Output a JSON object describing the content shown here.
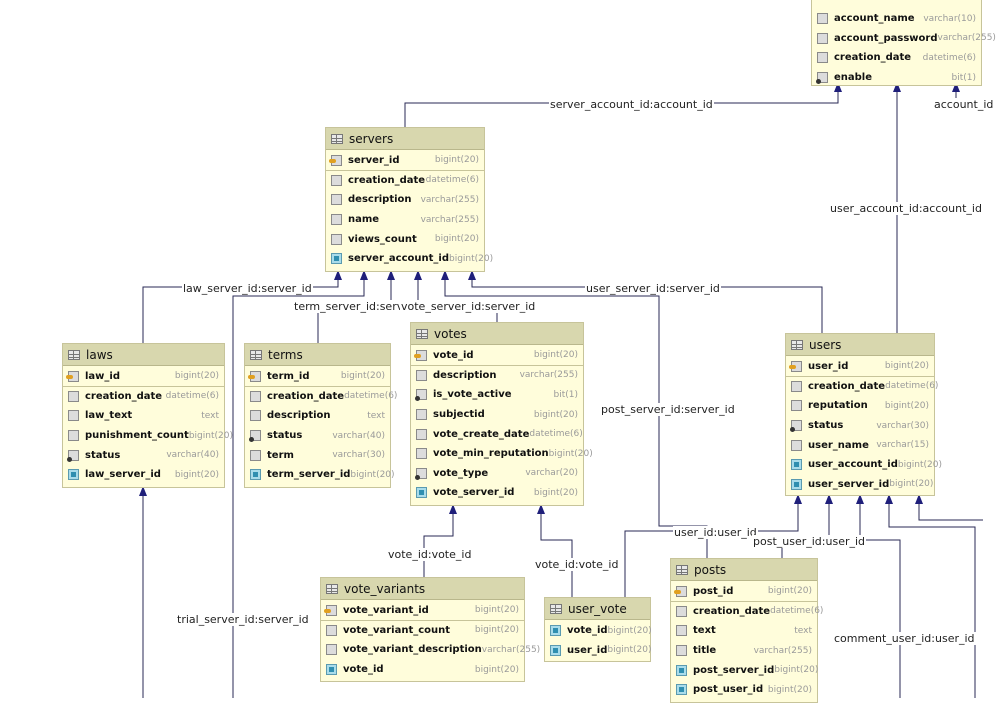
{
  "tables": [
    {
      "id": "accounts",
      "name": "",
      "columns": [
        {
          "name": "account_name",
          "type": "varchar(10)",
          "key": ""
        },
        {
          "name": "account_password",
          "type": "varchar(255)",
          "key": ""
        },
        {
          "name": "creation_date",
          "type": "datetime(6)",
          "key": ""
        },
        {
          "name": "enable",
          "type": "bit(1)",
          "key": "idx"
        }
      ]
    },
    {
      "id": "servers",
      "name": "servers",
      "columns": [
        {
          "name": "server_id",
          "type": "bigint(20)",
          "key": "pk"
        },
        {
          "name": "creation_date",
          "type": "datetime(6)",
          "key": ""
        },
        {
          "name": "description",
          "type": "varchar(255)",
          "key": ""
        },
        {
          "name": "name",
          "type": "varchar(255)",
          "key": ""
        },
        {
          "name": "views_count",
          "type": "bigint(20)",
          "key": ""
        },
        {
          "name": "server_account_id",
          "type": "bigint(20)",
          "key": "fk"
        }
      ]
    },
    {
      "id": "laws",
      "name": "laws",
      "columns": [
        {
          "name": "law_id",
          "type": "bigint(20)",
          "key": "pk"
        },
        {
          "name": "creation_date",
          "type": "datetime(6)",
          "key": ""
        },
        {
          "name": "law_text",
          "type": "text",
          "key": ""
        },
        {
          "name": "punishment_count",
          "type": "bigint(20)",
          "key": ""
        },
        {
          "name": "status",
          "type": "varchar(40)",
          "key": "idx"
        },
        {
          "name": "law_server_id",
          "type": "bigint(20)",
          "key": "fk"
        }
      ]
    },
    {
      "id": "terms",
      "name": "terms",
      "columns": [
        {
          "name": "term_id",
          "type": "bigint(20)",
          "key": "pk"
        },
        {
          "name": "creation_date",
          "type": "datetime(6)",
          "key": ""
        },
        {
          "name": "description",
          "type": "text",
          "key": ""
        },
        {
          "name": "status",
          "type": "varchar(40)",
          "key": "idx"
        },
        {
          "name": "term",
          "type": "varchar(30)",
          "key": ""
        },
        {
          "name": "term_server_id",
          "type": "bigint(20)",
          "key": "fk"
        }
      ]
    },
    {
      "id": "votes",
      "name": "votes",
      "columns": [
        {
          "name": "vote_id",
          "type": "bigint(20)",
          "key": "pk"
        },
        {
          "name": "description",
          "type": "varchar(255)",
          "key": ""
        },
        {
          "name": "is_vote_active",
          "type": "bit(1)",
          "key": "idx"
        },
        {
          "name": "subjectid",
          "type": "bigint(20)",
          "key": ""
        },
        {
          "name": "vote_create_date",
          "type": "datetime(6)",
          "key": ""
        },
        {
          "name": "vote_min_reputation",
          "type": "bigint(20)",
          "key": ""
        },
        {
          "name": "vote_type",
          "type": "varchar(20)",
          "key": "idx"
        },
        {
          "name": "vote_server_id",
          "type": "bigint(20)",
          "key": "fk"
        }
      ]
    },
    {
      "id": "users",
      "name": "users",
      "columns": [
        {
          "name": "user_id",
          "type": "bigint(20)",
          "key": "pk"
        },
        {
          "name": "creation_date",
          "type": "datetime(6)",
          "key": ""
        },
        {
          "name": "reputation",
          "type": "bigint(20)",
          "key": ""
        },
        {
          "name": "status",
          "type": "varchar(30)",
          "key": "idx"
        },
        {
          "name": "user_name",
          "type": "varchar(15)",
          "key": ""
        },
        {
          "name": "user_account_id",
          "type": "bigint(20)",
          "key": "fk"
        },
        {
          "name": "user_server_id",
          "type": "bigint(20)",
          "key": "fk"
        }
      ]
    },
    {
      "id": "vote_variants",
      "name": "vote_variants",
      "columns": [
        {
          "name": "vote_variant_id",
          "type": "bigint(20)",
          "key": "pk"
        },
        {
          "name": "vote_variant_count",
          "type": "bigint(20)",
          "key": ""
        },
        {
          "name": "vote_variant_description",
          "type": "varchar(255)",
          "key": ""
        },
        {
          "name": "vote_id",
          "type": "bigint(20)",
          "key": "fk"
        }
      ]
    },
    {
      "id": "user_vote",
      "name": "user_vote",
      "columns": [
        {
          "name": "vote_id",
          "type": "bigint(20)",
          "key": "fk"
        },
        {
          "name": "user_id",
          "type": "bigint(20)",
          "key": "fk"
        }
      ]
    },
    {
      "id": "posts",
      "name": "posts",
      "columns": [
        {
          "name": "post_id",
          "type": "bigint(20)",
          "key": "pk"
        },
        {
          "name": "creation_date",
          "type": "datetime(6)",
          "key": ""
        },
        {
          "name": "text",
          "type": "text",
          "key": ""
        },
        {
          "name": "title",
          "type": "varchar(255)",
          "key": ""
        },
        {
          "name": "post_server_id",
          "type": "bigint(20)",
          "key": "fk"
        },
        {
          "name": "post_user_id",
          "type": "bigint(20)",
          "key": "fk"
        }
      ]
    }
  ],
  "relations": [
    "server_account_id:account_id",
    "account_id",
    "user_account_id:account_id",
    "law_server_id:server_id",
    "term_server_id:server_id",
    "vote_server_id:server_id",
    "user_server_id:server_id",
    "post_server_id:server_id",
    "user_id:user_id",
    "post_user_id:user_id",
    "vote_id:vote_id",
    "vote_id:vote_id",
    "trial_server_id:server_id",
    "comment_user_id:user_id"
  ]
}
